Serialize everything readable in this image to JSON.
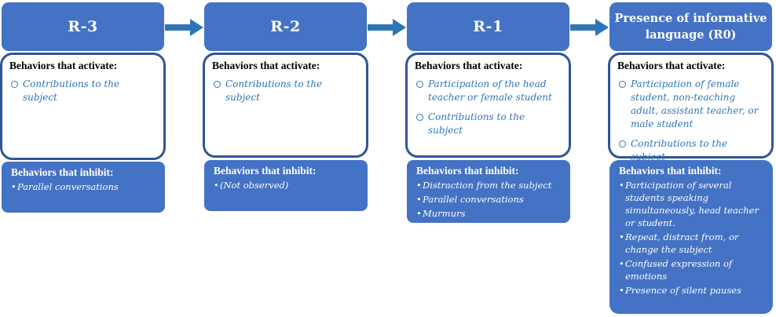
{
  "stages": [
    {
      "header": "R-3",
      "activate_title": "Behaviors that activate:",
      "activate": [
        "Contributions to the subject"
      ],
      "inhibit_title": "Behaviors that inhibit:",
      "inhibit": [
        "Parallel conversations"
      ]
    },
    {
      "header": "R-2",
      "activate_title": "Behaviors that activate:",
      "activate": [
        "Contributions to the subject"
      ],
      "inhibit_title": "Behaviors that inhibit:",
      "inhibit": [
        "(Not observed)"
      ]
    },
    {
      "header": "R-1",
      "activate_title": "Behaviors that activate:",
      "activate": [
        "Participation of the head teacher or female student",
        "Contributions to the subject"
      ],
      "inhibit_title": "Behaviors that inhibit:",
      "inhibit": [
        "Distraction from the subject",
        "Parallel conversations",
        "Murmurs"
      ]
    },
    {
      "header": "Presence of informative language (R0)",
      "activate_title": "Behaviors that activate:",
      "activate": [
        "Participation of female student, non-teaching adult, assistant teacher, or male student",
        "Contributions to the subject"
      ],
      "inhibit_title": "Behaviors that inhibit:",
      "inhibit": [
        "Participation of several students speaking simultaneously, head teacher or student.",
        "Repeat, distract from, or change the subject",
        "Confused expression of emotions",
        "Presence of silent pauses"
      ]
    }
  ],
  "colors": {
    "header_fill": "#4472c4",
    "box_border": "#2f5597",
    "activate_text": "#2e75b6",
    "arrow": "#2e75b6"
  }
}
